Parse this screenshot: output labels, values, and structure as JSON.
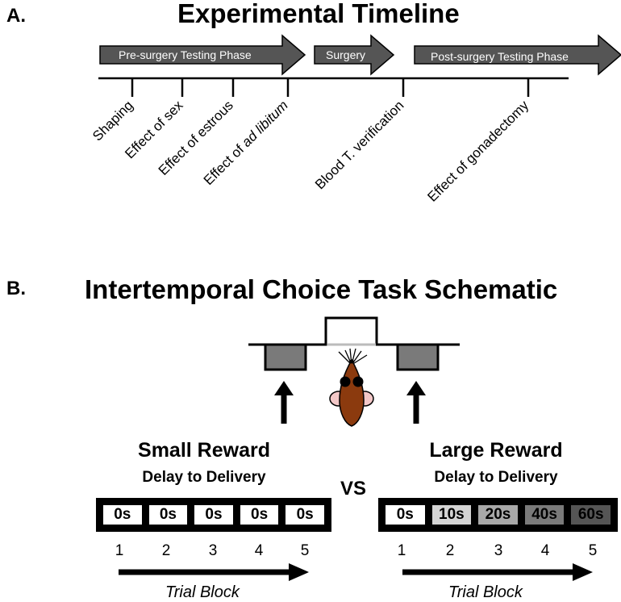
{
  "panel_a": {
    "letter": "A.",
    "title": "Experimental Timeline",
    "phases": [
      {
        "label": "Pre-surgery Testing Phase"
      },
      {
        "label": "Surgery"
      },
      {
        "label": "Post-surgery Testing Phase"
      }
    ],
    "events": [
      {
        "label": "Shaping"
      },
      {
        "label": "Effect of sex"
      },
      {
        "label": "Effect of estrous"
      },
      {
        "label_prefix": "Effect of ",
        "label_italic": "ad libitum"
      },
      {
        "label": "Blood T. verification"
      },
      {
        "label": "Effect of gonadectomy"
      }
    ]
  },
  "panel_b": {
    "letter": "B.",
    "title": "Intertemporal Choice Task Schematic",
    "vs_label": "VS",
    "small": {
      "title": "Small Reward",
      "subtitle": "Delay to Delivery",
      "delays": [
        "0s",
        "0s",
        "0s",
        "0s",
        "0s"
      ],
      "colors": [
        "#ffffff",
        "#ffffff",
        "#ffffff",
        "#ffffff",
        "#ffffff"
      ],
      "blocks": [
        "1",
        "2",
        "3",
        "4",
        "5"
      ],
      "axis_label": "Trial Block"
    },
    "large": {
      "title": "Large Reward",
      "subtitle": "Delay to Delivery",
      "delays": [
        "0s",
        "10s",
        "20s",
        "40s",
        "60s"
      ],
      "colors": [
        "#ffffff",
        "#d4d4d4",
        "#a8a8a8",
        "#7a7a7a",
        "#555555"
      ],
      "blocks": [
        "1",
        "2",
        "3",
        "4",
        "5"
      ],
      "axis_label": "Trial Block"
    }
  }
}
